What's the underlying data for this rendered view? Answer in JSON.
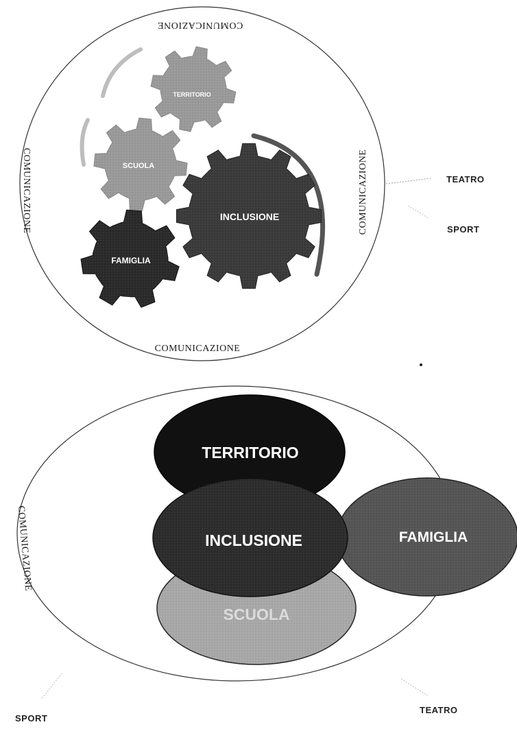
{
  "diagram_top": {
    "ring_labels": {
      "top": "COMUNICAZIONE",
      "left": "COMUNICAZIONE",
      "right": "COMUNICAZIONE",
      "bottom": "COMUNICAZIONE"
    },
    "gears": {
      "territorio": "TERRITORIO",
      "scuola": "SCUOLA",
      "inclusione": "INCLUSIONE",
      "famiglia": "FAMIGLIA"
    },
    "outside_labels": {
      "teatro": "TEATRO",
      "sport": "SPORT"
    }
  },
  "diagram_bottom": {
    "ring_label": "COMUNICAZIONE",
    "ovals": {
      "territorio": "TERRITORIO",
      "inclusione": "INCLUSIONE",
      "famiglia": "FAMIGLIA",
      "scuola": "SCUOLA"
    },
    "outside_labels": {
      "sport": "SPORT",
      "teatro": "TEATRO"
    }
  },
  "colors": {
    "gear_light": "#9a9a9a",
    "gear_dark": "#3a3a3a",
    "gear_darker": "#2a2a2a",
    "oval_black": "#111111",
    "oval_dark": "#2c2c2c",
    "oval_mid": "#555555",
    "oval_light": "#a8a8a8"
  }
}
